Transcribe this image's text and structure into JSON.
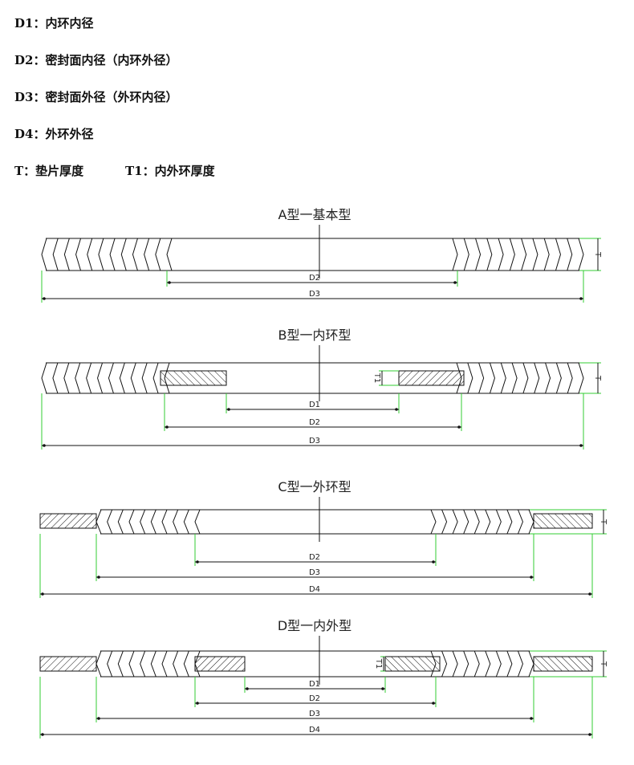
{
  "legend": {
    "d1": "D1：内环内径",
    "d2": "D2：密封面内径（内环外径）",
    "d3": "D3：密封面外径（外环内径）",
    "d4": "D4：外环外径",
    "t": "T：垫片厚度",
    "t1": "T1：内外环厚度"
  },
  "diagrams": [
    {
      "id": "a",
      "title": "A型一基本型",
      "dims": [
        "D2",
        "D3"
      ],
      "t": "T"
    },
    {
      "id": "b",
      "title": "B型一内环型",
      "dims": [
        "D1",
        "D2",
        "D3"
      ],
      "t": "T",
      "t1": "T1"
    },
    {
      "id": "c",
      "title": "C型一外环型",
      "dims": [
        "D2",
        "D3",
        "D4"
      ],
      "t": "T"
    },
    {
      "id": "d",
      "title": "D型一内外型",
      "dims": [
        "D1",
        "D2",
        "D3",
        "D4"
      ],
      "t": "T",
      "t1": "T1"
    }
  ],
  "colors": {
    "line": "#111111",
    "extension": "#33cc33"
  }
}
